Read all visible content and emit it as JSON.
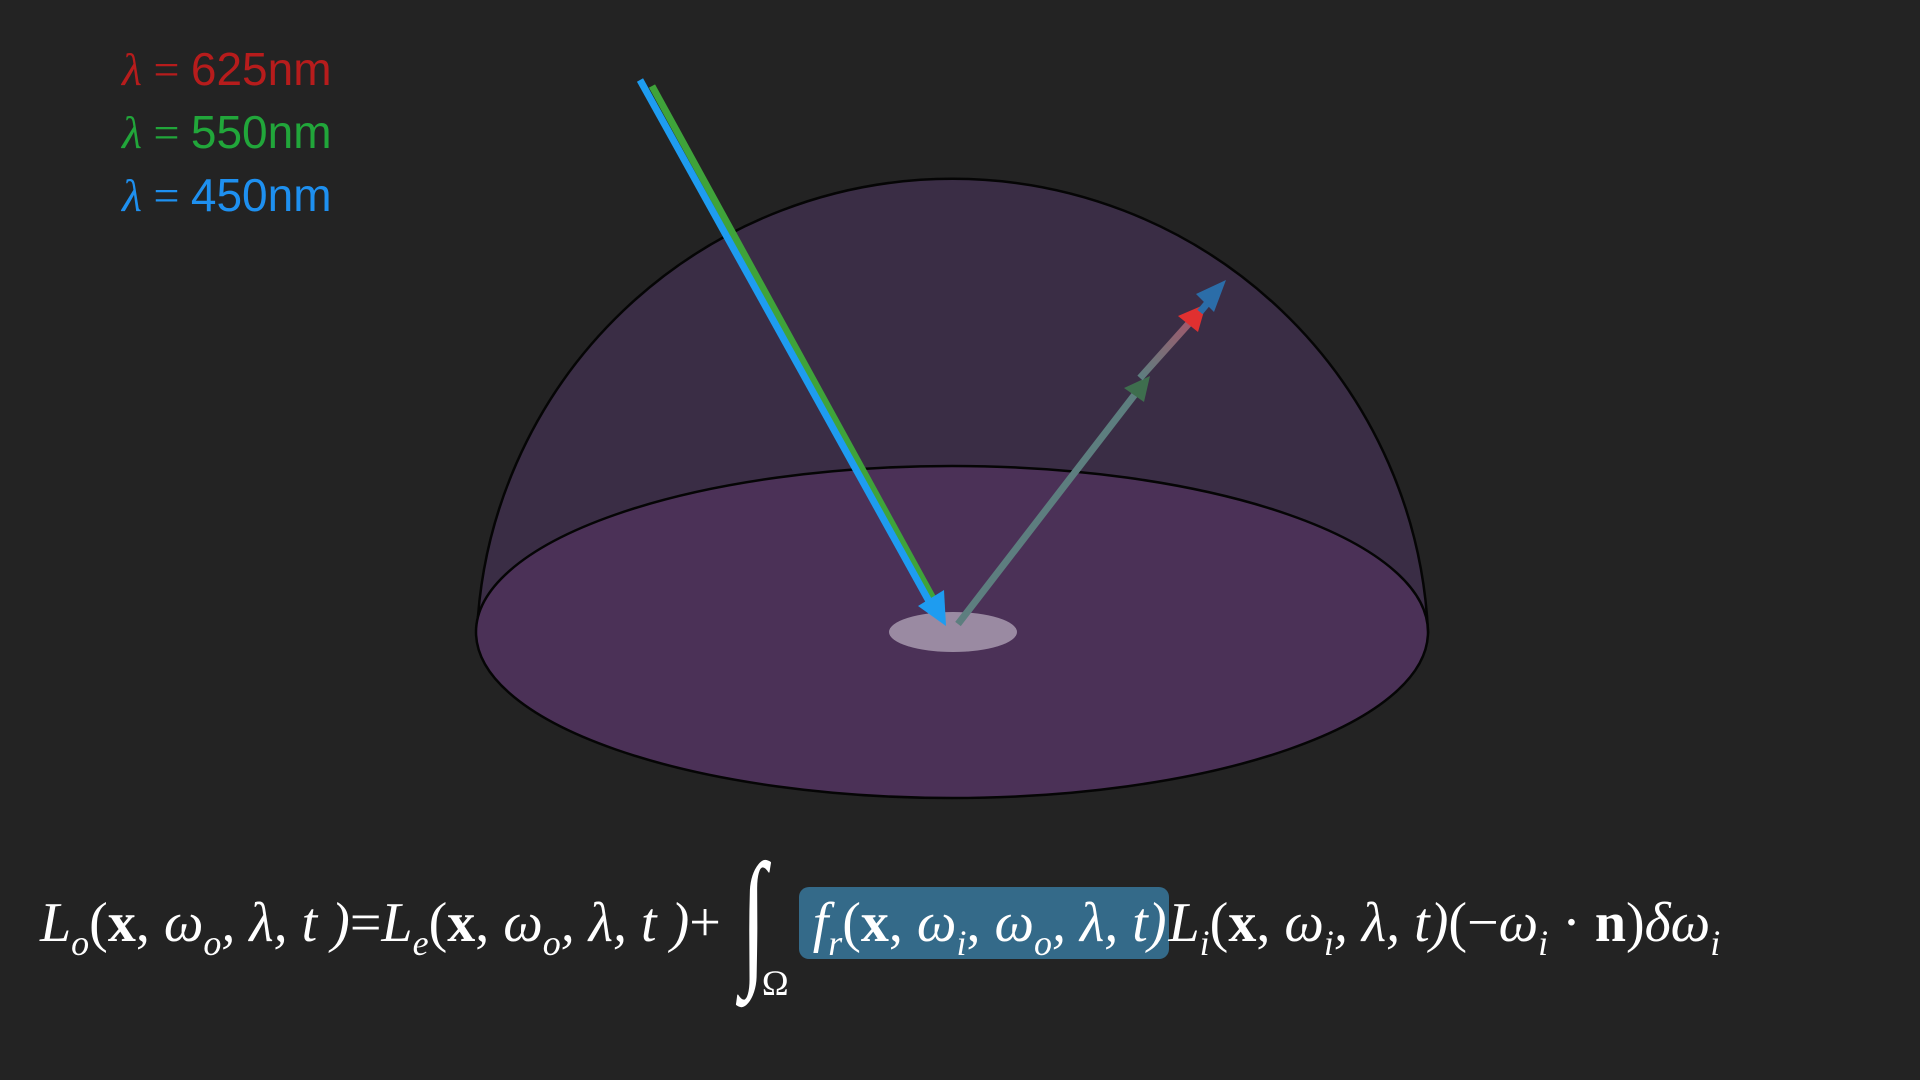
{
  "legend": [
    {
      "symbol": "λ",
      "equals": " = ",
      "value": "625nm",
      "color": "#b71c1c"
    },
    {
      "symbol": "λ",
      "equals": " = ",
      "value": "550nm",
      "color": "#21a63a"
    },
    {
      "symbol": "λ",
      "equals": " = ",
      "value": "450nm",
      "color": "#1e90f0"
    }
  ],
  "colors": {
    "background": "#232323",
    "dome_fill": "#3a2d45",
    "disk_fill": "#4b3157",
    "spot_fill": "#9a8aa2",
    "incident_blue": "#1e9cf0",
    "incident_green": "#3fa33a",
    "reflect_gray": "#5d7e7f",
    "reflect_red": "#e03030",
    "reflect_dark_blue": "#2b6da8",
    "highlight": "#346a89"
  },
  "equation": {
    "lhs": {
      "L": "L",
      "sub": "o",
      "args_open": "(",
      "x": "x",
      "sep1": ", ",
      "omega": "ω",
      "omega_sub": "o",
      "rest": ", λ, t )"
    },
    "equals": " = ",
    "emission": {
      "L": "L",
      "sub": "e",
      "args_open": "(",
      "x": "x",
      "sep1": ", ",
      "omega": "ω",
      "omega_sub": "o",
      "rest": ", λ, t )"
    },
    "plus": " + ",
    "integral": "∫",
    "domain": "Ω",
    "brdf": {
      "f": "f",
      "sub": "r",
      "open": "(",
      "x": "x",
      "sep1": ", ",
      "omega_i": "ω",
      "omega_i_sub": "i",
      "sep2": ", ",
      "omega_o": "ω",
      "omega_o_sub": "o",
      "rest": ", λ, t)"
    },
    "incoming": {
      "L": "L",
      "sub": "i",
      "open": "(",
      "x": "x",
      "sep1": ", ",
      "omega": "ω",
      "omega_sub": "i",
      "rest": ", λ, t)"
    },
    "cosine": {
      "open": "(−",
      "omega": "ω",
      "omega_sub": "i",
      "dot": " · ",
      "n": "n",
      "close": ")"
    },
    "differential": {
      "delta": "δ",
      "omega": "ω",
      "omega_sub": "i"
    }
  }
}
